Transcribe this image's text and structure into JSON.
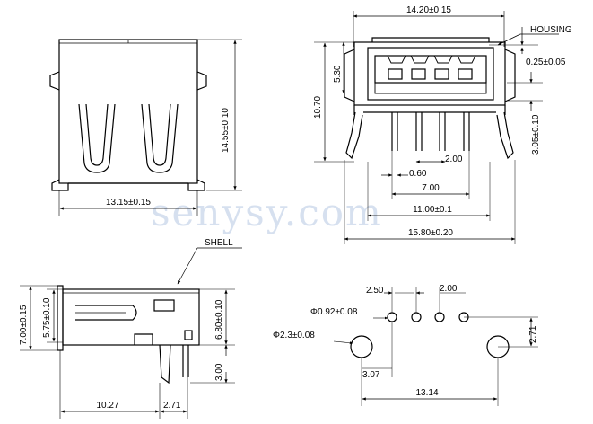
{
  "watermark": "senysy.com",
  "dims": {
    "d1": "14.20±0.15",
    "d2": "0.25±0.05",
    "d3": "5.30",
    "d4": "10.70",
    "d5": "3.05±0.10",
    "d6": "0.60",
    "d7": "2.00",
    "d8": "7.00",
    "d9": "11.00±0.1",
    "d10": "15.80±0.20",
    "d11": "14.55±0.10",
    "d12": "13.15±0.15",
    "d13": "7.00±0.15",
    "d14": "5.75±0.10",
    "d15": "6.80±0.10",
    "d16": "3.00",
    "d17": "10.27",
    "d18": "2.71",
    "d19": "2.50",
    "d20": "2.00",
    "d21": "Φ0.92±0.08",
    "d22": "Φ2.3±0.08",
    "d23": "2.71",
    "d24": "3.07",
    "d25": "13.14"
  },
  "labels": {
    "housing": "HOUSING",
    "shell": "SHELL"
  }
}
